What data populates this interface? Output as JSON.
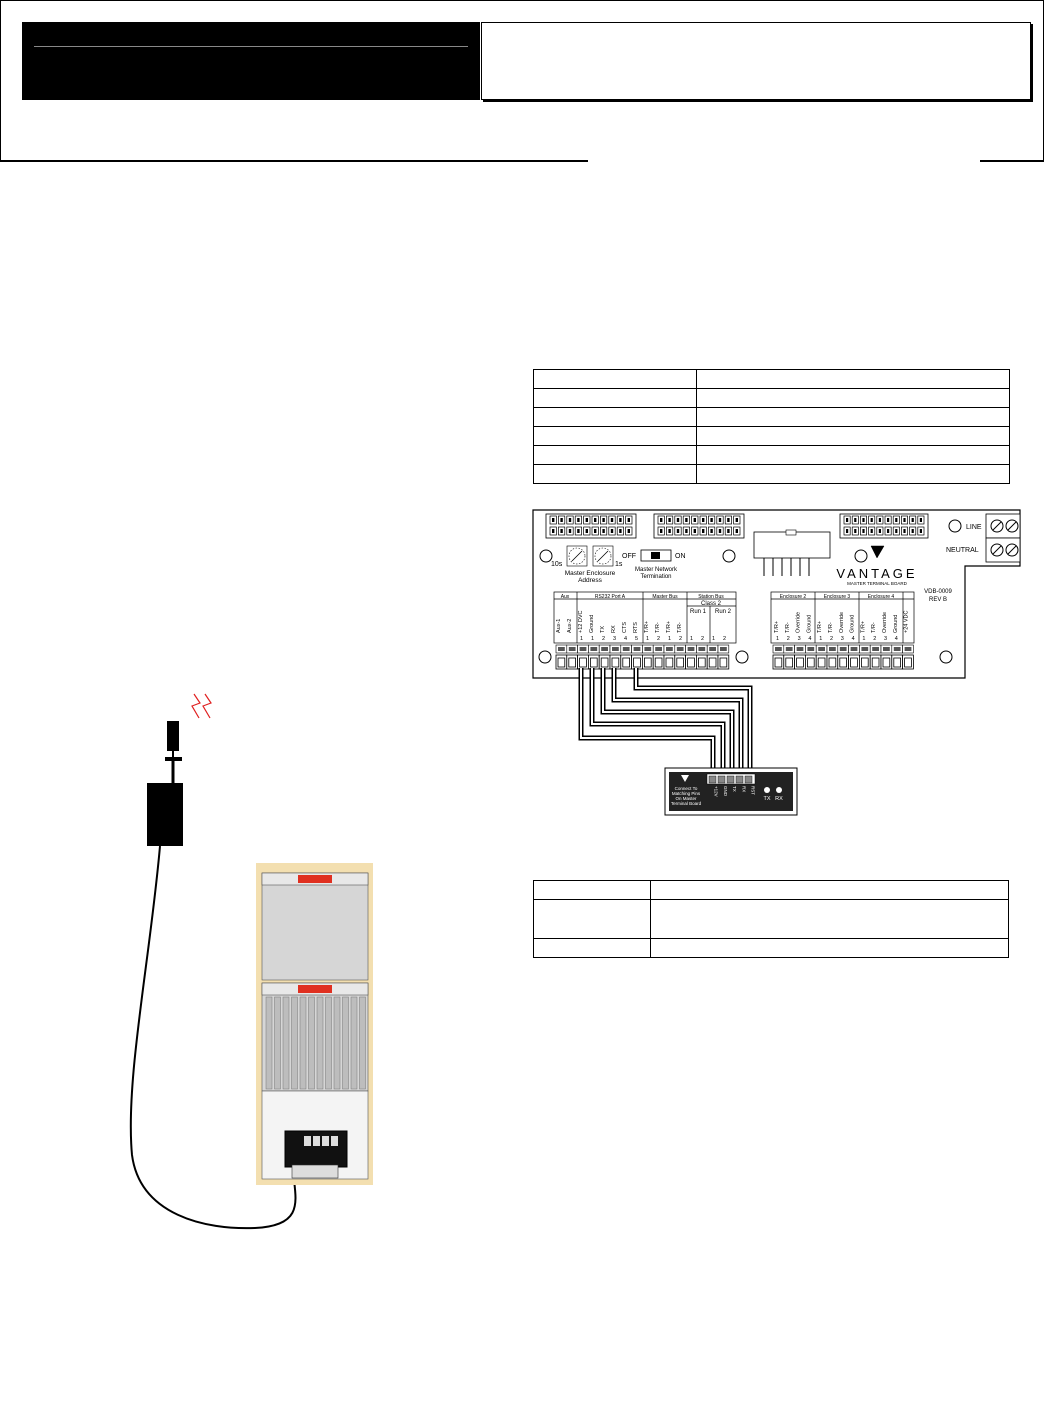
{
  "board": {
    "mte_address_label": "Master Enclosure\nAddress",
    "dial_10s": "10s",
    "dial_1s": "1s",
    "switch_off": "OFF",
    "switch_on": "ON",
    "network_term": "Master Network\nTermination",
    "brand": "VANTAGE",
    "brand_sub": "MASTER TERMINAL BOARD",
    "model": "VDB-0009",
    "rev": "REV B",
    "line": "LINE",
    "neutral": "NEUTRAL",
    "groups": {
      "aux": "Aux",
      "rs232": "RS232 Port A",
      "master_bus": "Master Bus",
      "station_bus": "Station Bus",
      "class2": "Class 2",
      "run1": "Run 1",
      "run2": "Run 2",
      "enc2": "Enclosure 2",
      "enc3": "Enclosure 3",
      "enc4": "Enclosure 4"
    },
    "pins_left": [
      "Aux-1",
      "Aux-2",
      "+12 DVC",
      "Ground",
      "TX",
      "RX",
      "CTS",
      "RTS",
      "T/R+",
      "T/R-",
      "T/R+",
      "T/R-"
    ],
    "pin_nums_left": [
      "",
      "",
      "1",
      "1",
      "2",
      "3",
      "4",
      "5",
      "1",
      "2",
      "1",
      "2",
      "1",
      "2",
      "1",
      "2"
    ],
    "pins_right": [
      "T/R+",
      "T/R-",
      "Override",
      "Ground",
      "T/R+",
      "T/R-",
      "Override",
      "Ground",
      "T/R+",
      "T/R-",
      "Override",
      "Ground",
      "+24 VDC"
    ],
    "pin_nums_right": [
      "1",
      "2",
      "3",
      "4",
      "1",
      "2",
      "3",
      "4",
      "1",
      "2",
      "3",
      "4"
    ]
  },
  "adapter": {
    "note": "Connect To\nMatching Pins\nOn Master\nTerminal Board",
    "pins": [
      "+12V",
      "GND",
      "TX",
      "RX",
      "RST"
    ],
    "tx": "TX",
    "rx": "RX"
  }
}
